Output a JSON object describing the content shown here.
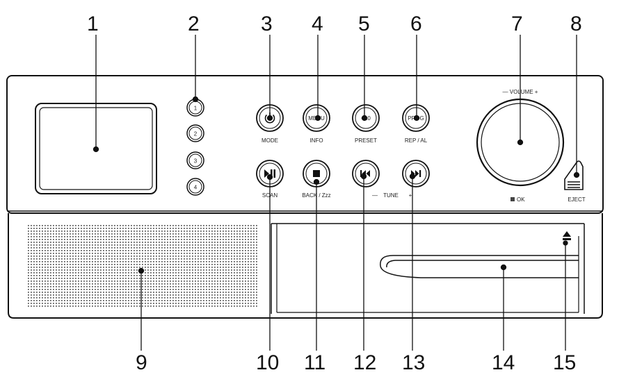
{
  "callouts": [
    "1",
    "2",
    "3",
    "4",
    "5",
    "6",
    "7",
    "8",
    "9",
    "10",
    "11",
    "12",
    "13",
    "14",
    "15"
  ],
  "preset_buttons": [
    "1",
    "2",
    "3",
    "4"
  ],
  "buttons": {
    "mode": {
      "label": "MODE"
    },
    "menu": {
      "glyph": "MENU",
      "label": "INFO"
    },
    "plus10": {
      "glyph": "+10",
      "label": "PRESET"
    },
    "prog": {
      "glyph": "PROG",
      "label": "REP / AL"
    },
    "play": {
      "label": "SCAN"
    },
    "stop": {
      "label": "BACK / Zzz"
    },
    "tune": {
      "minus": "—",
      "label": "TUNE",
      "plus": "+"
    }
  },
  "volume": {
    "label": "— VOLUME +",
    "ok_label": "OK"
  },
  "eject": {
    "label": "EJECT"
  }
}
